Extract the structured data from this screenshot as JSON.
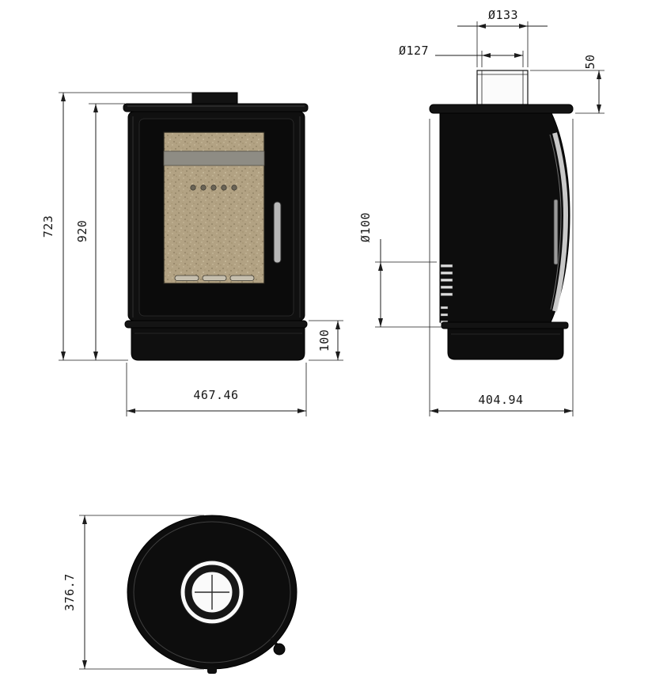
{
  "drawing": {
    "colors": {
      "body": "#0d0d0d",
      "glass": "#b2a283",
      "line": "#1c1c1c",
      "background": "#ffffff"
    },
    "front_view": {
      "dimensions": {
        "overall_height": "723",
        "body_height": "920",
        "base_height": "100",
        "overall_width": "467.46"
      }
    },
    "side_view": {
      "dimensions": {
        "flue_outer_diameter": "Ø133",
        "flue_inner_diameter": "Ø127",
        "flue_collar_height": "50",
        "air_inlet_diameter": "Ø100",
        "overall_depth": "404.94"
      }
    },
    "top_view": {
      "dimensions": {
        "oval_depth": "376.7"
      }
    }
  }
}
